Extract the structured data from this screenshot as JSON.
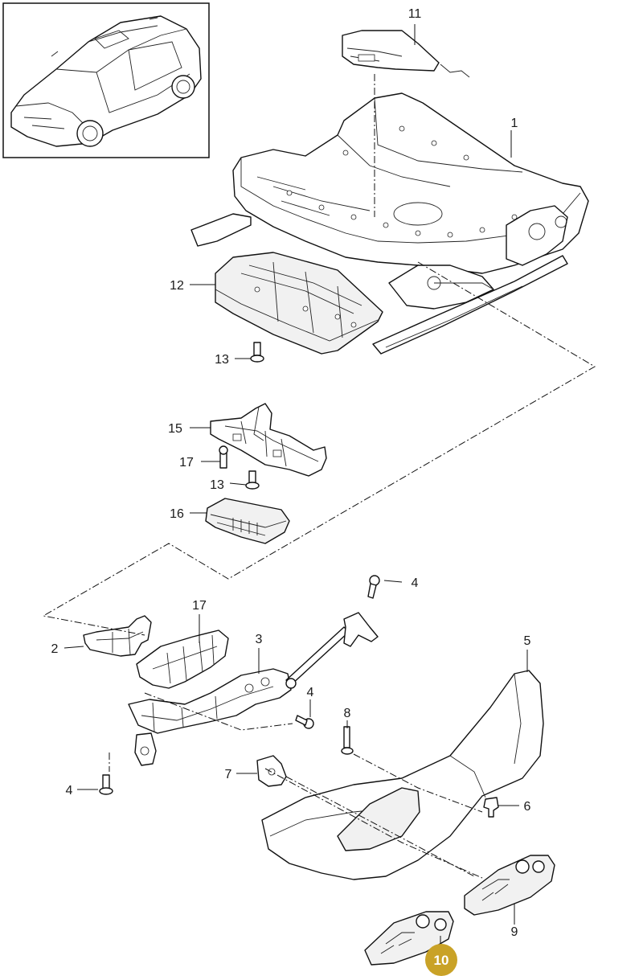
{
  "diagram": {
    "highlight_color": "#c9a227",
    "callouts": [
      {
        "id": "c11",
        "label": "11"
      },
      {
        "id": "c1",
        "label": "1"
      },
      {
        "id": "c12",
        "label": "12"
      },
      {
        "id": "c13a",
        "label": "13"
      },
      {
        "id": "c15",
        "label": "15"
      },
      {
        "id": "c17a",
        "label": "17"
      },
      {
        "id": "c13b",
        "label": "13"
      },
      {
        "id": "c16",
        "label": "16"
      },
      {
        "id": "c4a",
        "label": "4"
      },
      {
        "id": "c17b",
        "label": "17"
      },
      {
        "id": "c2",
        "label": "2"
      },
      {
        "id": "c3",
        "label": "3"
      },
      {
        "id": "c5",
        "label": "5"
      },
      {
        "id": "c4b",
        "label": "4"
      },
      {
        "id": "c8",
        "label": "8"
      },
      {
        "id": "c7",
        "label": "7"
      },
      {
        "id": "c6",
        "label": "6"
      },
      {
        "id": "c4c",
        "label": "4"
      },
      {
        "id": "c9",
        "label": "9"
      },
      {
        "id": "c10",
        "label": "10",
        "highlighted": true
      }
    ]
  }
}
